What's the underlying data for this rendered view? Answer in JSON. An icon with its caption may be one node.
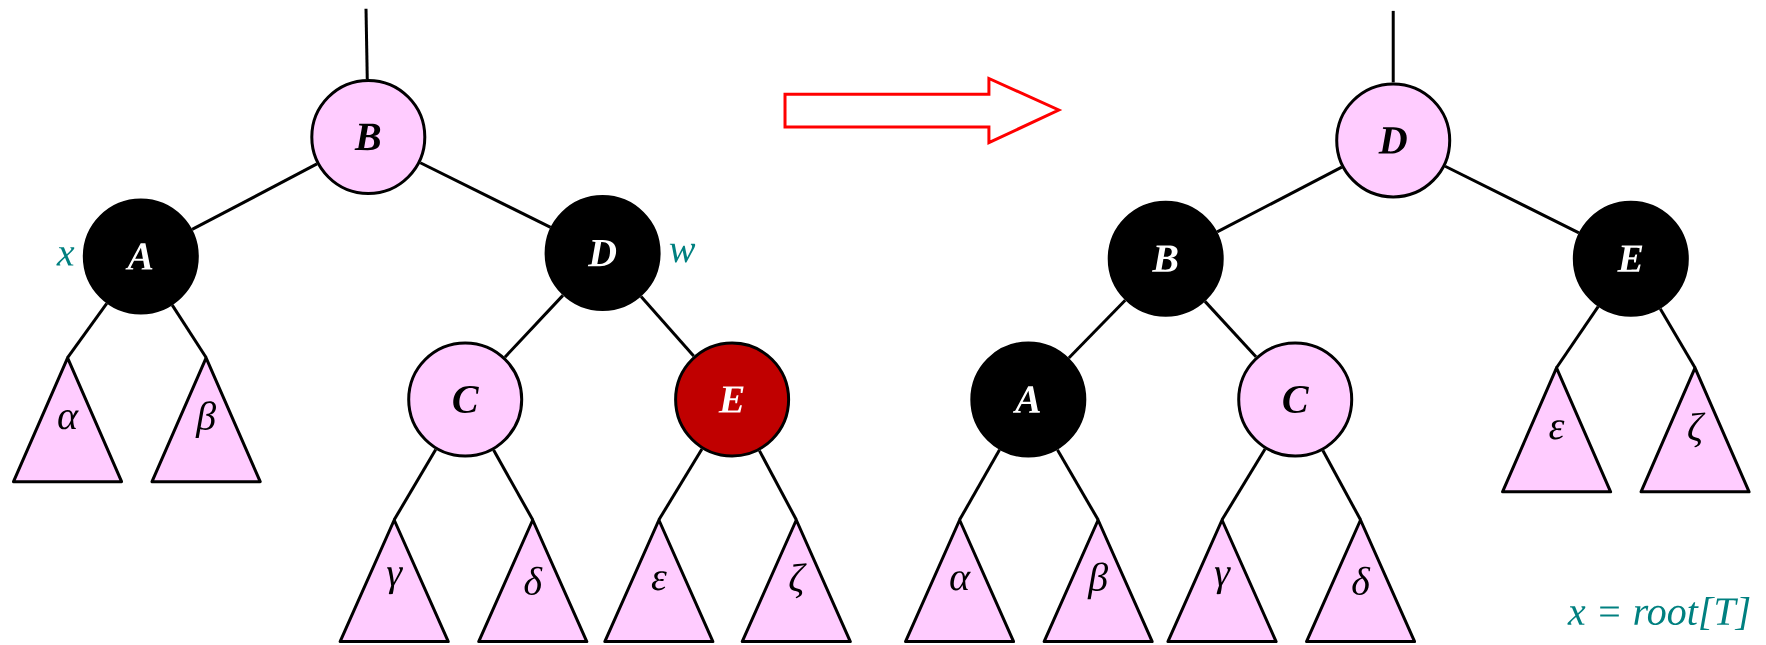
{
  "diagram": {
    "nodes": [
      {
        "text": [
          "B"
        ]
      },
      {
        "text": [
          "A"
        ],
        "beside": [
          "x"
        ]
      },
      {
        "text": [
          "D"
        ],
        "beside": [
          "w"
        ]
      },
      {
        "text": [
          "C"
        ]
      },
      {
        "text": [
          "E"
        ]
      },
      {
        "text": [
          "α"
        ]
      },
      {
        "text": [
          "β"
        ]
      },
      {
        "text": [
          "γ"
        ]
      },
      {
        "text": [
          "δ"
        ]
      },
      {
        "text": [
          "ε"
        ]
      },
      {
        "text": [
          "ζ"
        ]
      },
      {
        "text": [
          "D"
        ]
      },
      {
        "text": [
          "B"
        ]
      },
      {
        "text": [
          "E"
        ]
      },
      {
        "text": [
          "A"
        ]
      },
      {
        "text": [
          "C"
        ]
      },
      {
        "text": [
          "α"
        ]
      },
      {
        "text": [
          "β"
        ]
      },
      {
        "text": [
          "γ"
        ]
      },
      {
        "text": [
          "δ"
        ]
      },
      {
        "text": [
          "ε"
        ]
      },
      {
        "text": [
          "ζ"
        ]
      }
    ],
    "edges": [
      {
        "from": null,
        "to": 0,
        "arrow": "none"
      },
      {
        "from": 0,
        "to": 1,
        "arrow": "none"
      },
      {
        "from": 0,
        "to": 2,
        "arrow": "none"
      },
      {
        "from": 1,
        "to": 5,
        "arrow": "none"
      },
      {
        "from": 1,
        "to": 6,
        "arrow": "none"
      },
      {
        "from": 2,
        "to": 3,
        "arrow": "none"
      },
      {
        "from": 2,
        "to": 4,
        "arrow": "none"
      },
      {
        "from": 3,
        "to": 7,
        "arrow": "none"
      },
      {
        "from": 3,
        "to": 8,
        "arrow": "none"
      },
      {
        "from": 4,
        "to": 9,
        "arrow": "none"
      },
      {
        "from": 4,
        "to": 10,
        "arrow": "none"
      },
      {
        "from": null,
        "to": 11,
        "arrow": "none"
      },
      {
        "from": 11,
        "to": 12,
        "arrow": "none"
      },
      {
        "from": 11,
        "to": 13,
        "arrow": "none"
      },
      {
        "from": 12,
        "to": 14,
        "arrow": "none"
      },
      {
        "from": 12,
        "to": 15,
        "arrow": "none"
      },
      {
        "from": 13,
        "to": 20,
        "arrow": "none"
      },
      {
        "from": 13,
        "to": 21,
        "arrow": "none"
      },
      {
        "from": 14,
        "to": 16,
        "arrow": "none"
      },
      {
        "from": 14,
        "to": 17,
        "arrow": "none"
      },
      {
        "from": 15,
        "to": 18,
        "arrow": "none"
      },
      {
        "from": 15,
        "to": 19,
        "arrow": "none"
      }
    ],
    "labels": [
      "x = root[T]"
    ]
  }
}
